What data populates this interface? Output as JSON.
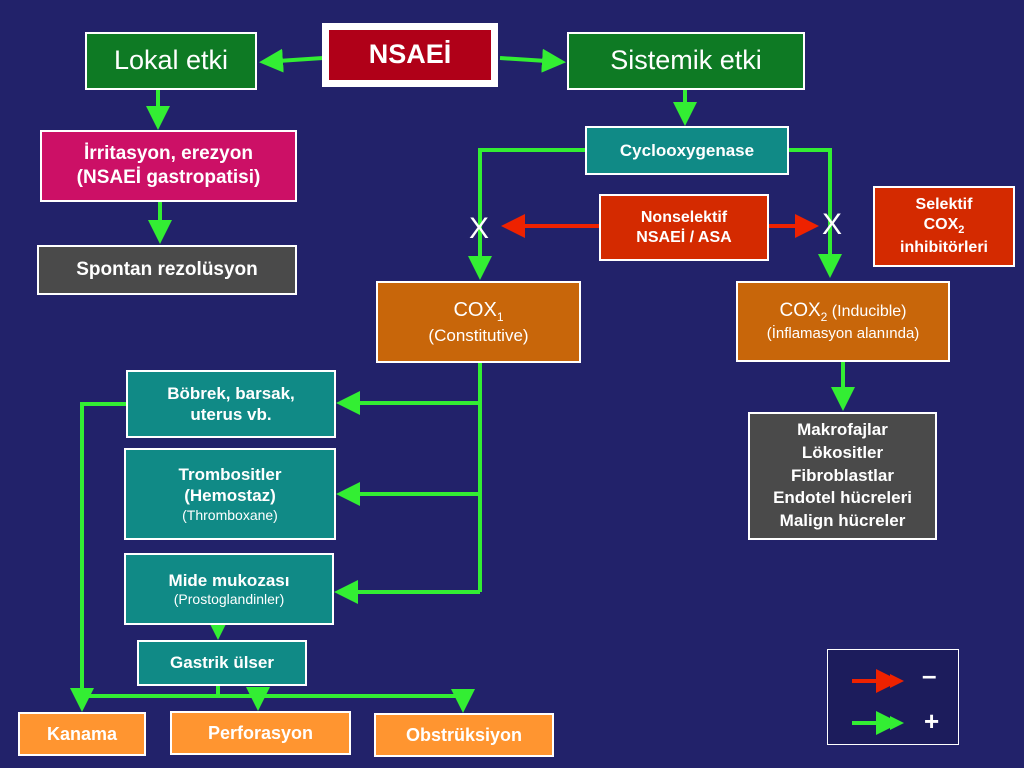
{
  "root": {
    "label": "NSAEİ"
  },
  "lokal": {
    "label": "Lokal etki",
    "irritation_line1": "İrritasyon, erezyon",
    "irritation_line2": "(NSAEİ  gastropatisi)",
    "resolution": "Spontan rezolüsyon"
  },
  "sistemik": {
    "label": "Sistemik etki",
    "cyclooxygenase": "Cyclooxygenase",
    "nonselective_line1": "Nonselektif",
    "nonselective_line2": "NSAEİ / ASA",
    "selective_line1": "Selektif",
    "selective_line2_main": "COX",
    "selective_line2_sub": "2",
    "selective_line3": "inhibitörleri",
    "x_mark": "X"
  },
  "cox1": {
    "main": "COX",
    "sub": "1",
    "desc": "(Constitutive)",
    "targets": [
      {
        "line1": "Böbrek, barsak,",
        "line2": "uterus vb."
      },
      {
        "line1": "Trombositler",
        "line2": "(Hemostaz)",
        "line3": "(Thromboxane)"
      },
      {
        "line1": "Mide mukozası",
        "line2": "(Prostoglandinler)"
      }
    ],
    "ulcer": "Gastrik ülser",
    "outcomes": [
      "Kanama",
      "Perforasyon",
      "Obstrüksiyon"
    ]
  },
  "cox2": {
    "main": "COX",
    "sub": "2",
    "suffix": " (Inducible)",
    "desc": "(İnflamasyon alanında)",
    "cells": [
      "Makrofajlar",
      "Lökositler",
      "Fibroblastlar",
      "Endotel hücreleri",
      "Malign hücreler"
    ]
  },
  "legend": {
    "minus": "–",
    "plus": "+"
  },
  "colors": {
    "background": "#22226a",
    "arrow_positive": "#33ee33",
    "arrow_negative": "#ee2200"
  }
}
